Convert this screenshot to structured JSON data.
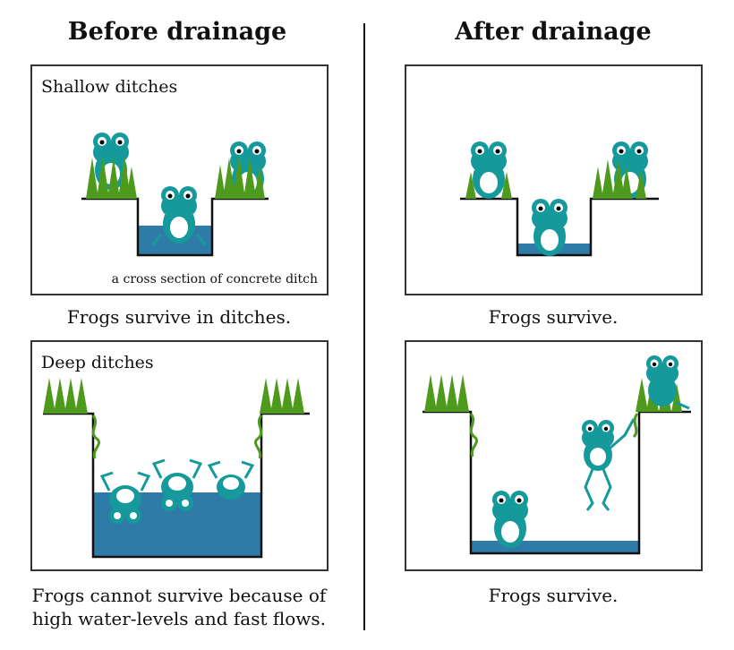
{
  "headings": {
    "before": "Before drainage",
    "after": "After drainage"
  },
  "panels": {
    "before_shallow": {
      "label": "Shallow ditches",
      "note": "a cross section of concrete ditch",
      "caption": "Frogs survive in ditches."
    },
    "after_shallow": {
      "caption": "Frogs survive."
    },
    "before_deep": {
      "label": "Deep ditches",
      "caption": "Frogs cannot survive because of\nhigh water-levels and fast flows."
    },
    "after_deep": {
      "caption": "Frogs survive."
    }
  },
  "colors": {
    "frog": "#16999a",
    "water": "#2f7ba8",
    "grass": "#4e9a1c",
    "vine": "#4e9a1c",
    "ditch_line": "#111111"
  }
}
